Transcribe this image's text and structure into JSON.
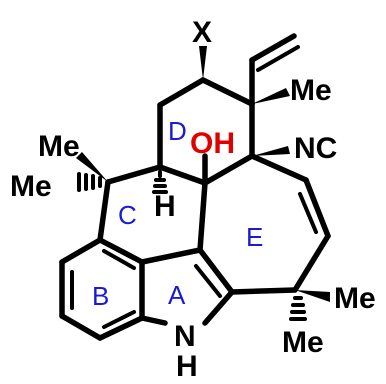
{
  "atoms": {
    "x": "X",
    "me_top": "Me",
    "me_left_top": "Me",
    "me_left_mid": "Me",
    "oh": "OH",
    "nc": "NC",
    "h_stereo": "H",
    "me_right_top": "Me",
    "me_right_bottom": "Me",
    "nh_n": "N",
    "nh_h": "H"
  },
  "rings": {
    "a": "A",
    "b": "B",
    "c": "C",
    "d": "D",
    "e": "E"
  },
  "colors": {
    "bond": "#000000",
    "oh": "#e00000",
    "ring_label": "#1a1ad6"
  }
}
